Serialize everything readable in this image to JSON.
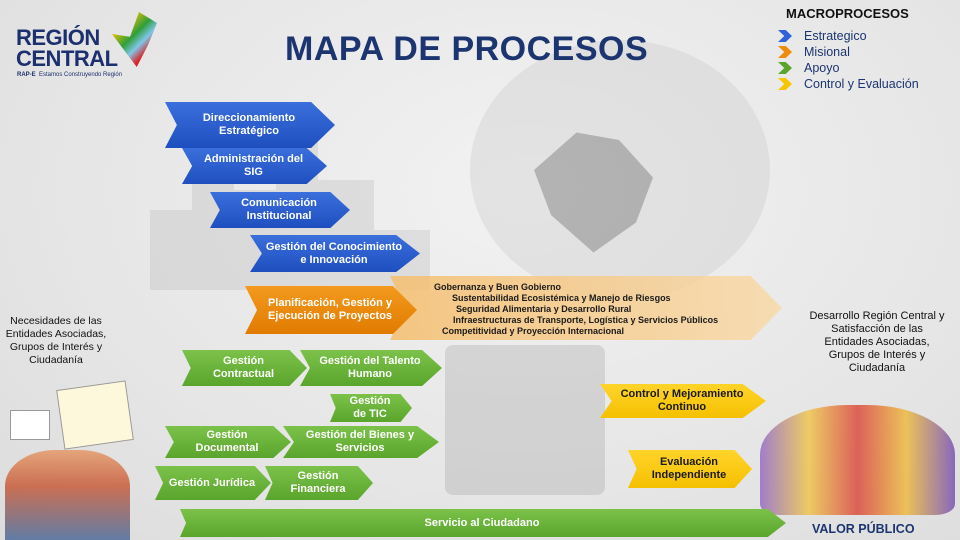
{
  "header": {
    "title": "MAPA DE PROCESOS",
    "logo_main": "REGIÓN CENTRAL",
    "logo_sub1": "RAP-E",
    "logo_sub2": "Estamos Construyendo Región"
  },
  "legend": {
    "title": "MACROPROCESOS",
    "items": [
      {
        "label": "Estrategico",
        "color": "#2f62d6"
      },
      {
        "label": "Misional",
        "color": "#ee8a0c"
      },
      {
        "label": "Apoyo",
        "color": "#5aa52c"
      },
      {
        "label": "Control  y Evaluación",
        "color": "#f7c600"
      }
    ]
  },
  "strategic": [
    "Direccionamiento Estratégico",
    "Administración del SIG",
    "Comunicación Institucional",
    "Gestión del Conocimiento e Innovación"
  ],
  "misional": {
    "label": "Planificación, Gestión y Ejecución de Proyectos",
    "topics": [
      "Gobernanza y Buen Gobierno",
      "Sustentabilidad Ecosistémica y Manejo de Riesgos",
      "Seguridad Alimentaria y Desarrollo Rural",
      "Infraestructuras de Transporte, Logística y Servicios Públicos",
      "Competitividad y Proyección Internacional"
    ]
  },
  "support": [
    "Gestión Contractual",
    "Gestión del Talento Humano",
    "Gestión de TIC",
    "Gestión Documental",
    "Gestión del Bienes y Servicios",
    "Gestión Jurídica",
    "Gestión Financiera",
    "Servicio al Ciudadano"
  ],
  "control": [
    "Control  y Mejoramiento Continuo",
    "Evaluación Independiente"
  ],
  "left_text": "Necesidades de las Entidades Asociadas, Grupos de Interés y Ciudadanía",
  "right_text": "Desarrollo Región Central y Satisfacción de las Entidades Asociadas, Grupos de Interés y Ciudadanía",
  "footer_right": "VALOR PÚBLICO"
}
